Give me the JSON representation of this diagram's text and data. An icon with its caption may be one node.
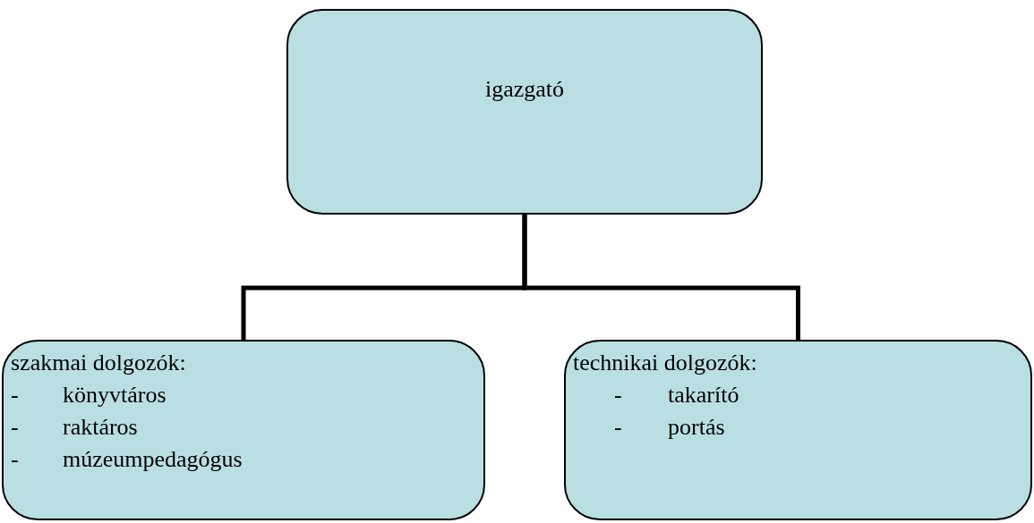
{
  "diagram": {
    "nodes": [
      {
        "text": [
          "igazgató"
        ]
      },
      {
        "text": [
          "szakmai dolgozók:",
          "- könyvtáros",
          "- raktáros",
          "- múzeumpedagógus"
        ]
      },
      {
        "text": [
          "technikai dolgozók:",
          "- takarító",
          "- portás"
        ]
      }
    ],
    "edges": [
      {
        "from": 0,
        "to": 1,
        "arrow": "none"
      },
      {
        "from": 0,
        "to": 2,
        "arrow": "none"
      }
    ]
  }
}
